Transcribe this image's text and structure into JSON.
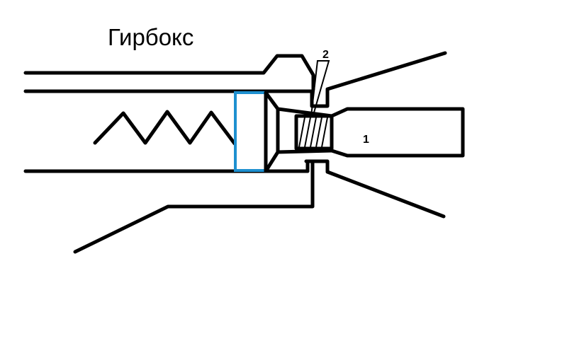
{
  "diagram": {
    "title": "Гирбокс",
    "labels": {
      "part_1": "1",
      "part_2": "2"
    },
    "colors": {
      "line": "#000000",
      "piston": "#1e90d0"
    }
  }
}
